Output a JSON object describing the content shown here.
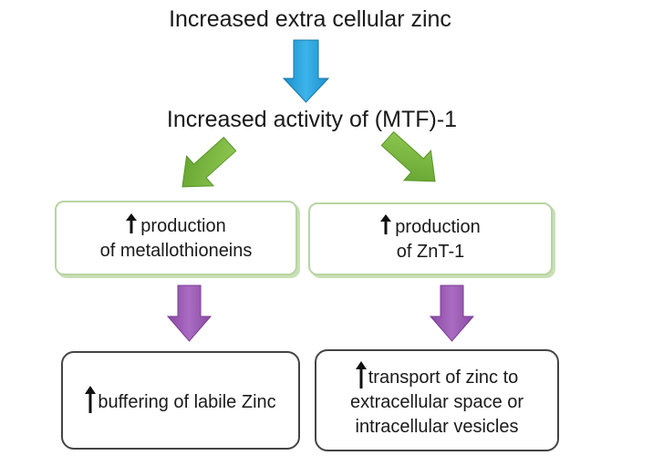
{
  "nodes": {
    "top": "Increased extra cellular zinc",
    "middle": "Increased activity of (MTF)-1",
    "left_production": {
      "line1": "production",
      "line2": "of metallothioneins"
    },
    "right_production": {
      "line1": "production",
      "line2": "of ZnT-1"
    },
    "left_effect": "buffering of labile Zinc",
    "right_effect": {
      "line1": "transport of zinc to",
      "line2": "extracellular space or",
      "line3": "intracellular vesicles"
    }
  },
  "icons": {
    "increase": "up-arrow-icon",
    "flow_blue": "arrow-down-icon",
    "flow_green": "arrow-diagonal-icon",
    "flow_purple": "arrow-down-icon"
  },
  "colors": {
    "blue_arrow": "#2aa6de",
    "green_arrow": "#7dbb3e",
    "purple_arrow": "#9a59b2",
    "green_box_border": "#b9d4a3",
    "dark_box_border": "#444444"
  }
}
